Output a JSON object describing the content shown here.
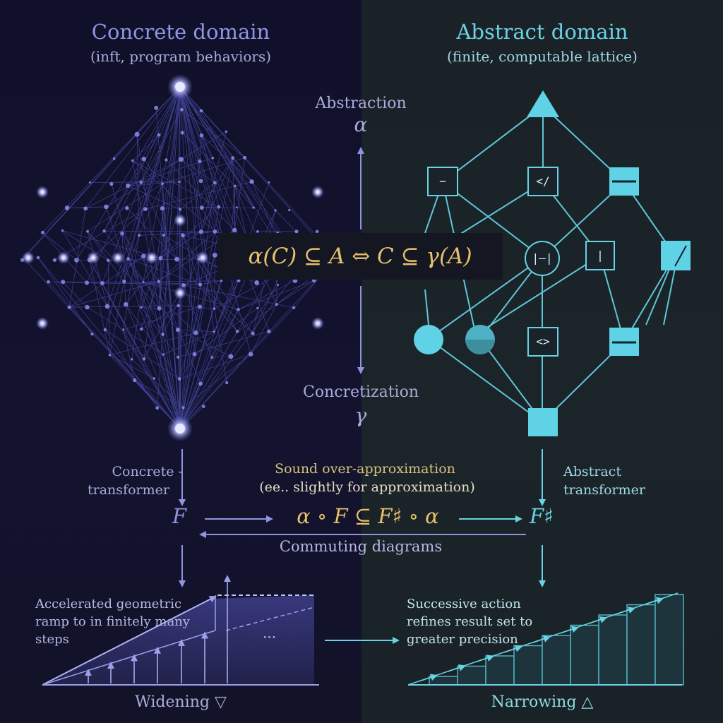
{
  "concrete": {
    "title": "Concrete domain",
    "subtitle": "(inft, program behaviors)"
  },
  "abstract": {
    "title": "Abstract domain",
    "subtitle": "(finite, computable lattice)",
    "node_labels": {
      "minus": "−",
      "slash": "</",
      "bottom_bar": "|—|",
      "bar": "|",
      "angle": "<>"
    }
  },
  "galois": {
    "abstraction_label": "Abstraction",
    "alpha": "α",
    "concretization_label": "Concretization",
    "gamma": "γ",
    "formula": "α(C) ⊆ A ⇔ C ⊆ γ(A)"
  },
  "transformers": {
    "concrete_line1": "Concrete -",
    "concrete_line2": "transformer",
    "F": "F",
    "abstract_line1": "Abstract",
    "abstract_line2": "transformer",
    "F_sharp": "F♯",
    "sound_line1": "Sound over-approximation",
    "sound_line2": "(ee.. slightly for approximation)",
    "commuting_formula": "α ∘ F ⊆ F♯ ∘ α",
    "commuting_label": "Commuting diagrams"
  },
  "widening": {
    "note": "Accelerated geometric ramp to in finitely many steps",
    "ellipsis": "···",
    "label": "Widening ▽"
  },
  "narrowing": {
    "note": "Successive action refines result set to greater precision",
    "label": "Narrowing △"
  },
  "colors": {
    "concrete": "#8f94e2",
    "abstract": "#6ad2e4",
    "formula": "#e6c06c"
  }
}
